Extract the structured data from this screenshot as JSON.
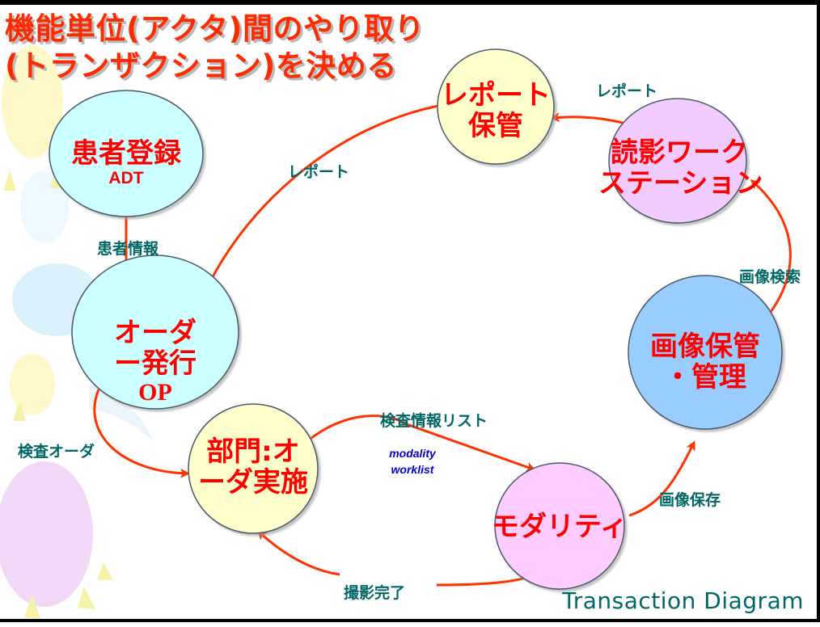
{
  "title": {
    "line1": "機能単位(アクタ)間のやり取り",
    "line2": "(トランザクション)を決める"
  },
  "nodes": {
    "patient_registration": {
      "name": "患者登録",
      "sub": "ADT",
      "fill": "#ccffff"
    },
    "order_placer": {
      "line1": "オーダ",
      "line2": "ー発行",
      "sub": "OP",
      "fill": "#ccffff"
    },
    "report_storage": {
      "line1": "レポート",
      "line2": "保管",
      "fill": "#ffffcc"
    },
    "reading_workstation": {
      "line1": "読影ワーク",
      "line2": "ステーション",
      "fill": "#f2ccff"
    },
    "image_archive": {
      "line1": "画像保管",
      "line2": "・管理",
      "fill": "#99ccff"
    },
    "department": {
      "line1": "部門:オ",
      "line2": "ーダ実施",
      "fill": "#ffffcc"
    },
    "modality": {
      "name": "モダリティ",
      "fill": "#ffccff"
    }
  },
  "transactions": {
    "patient_info": "患者情報",
    "report_left": "レポート",
    "report_top": "レポート",
    "image_search": "画像検索",
    "exam_order": "検査オーダ",
    "exam_info_list": "検査情報リスト",
    "worklist_line1": "modality",
    "worklist_line2": "worklist",
    "image_save": "画像保存",
    "capture_complete": "撮影完了"
  },
  "footer": "Transaction Diagram",
  "colors": {
    "title": "#ff2a00",
    "node_text": "#ff0000",
    "arrow": "#ff3300",
    "label": "#006666",
    "worklist_label": "#0000cc"
  }
}
